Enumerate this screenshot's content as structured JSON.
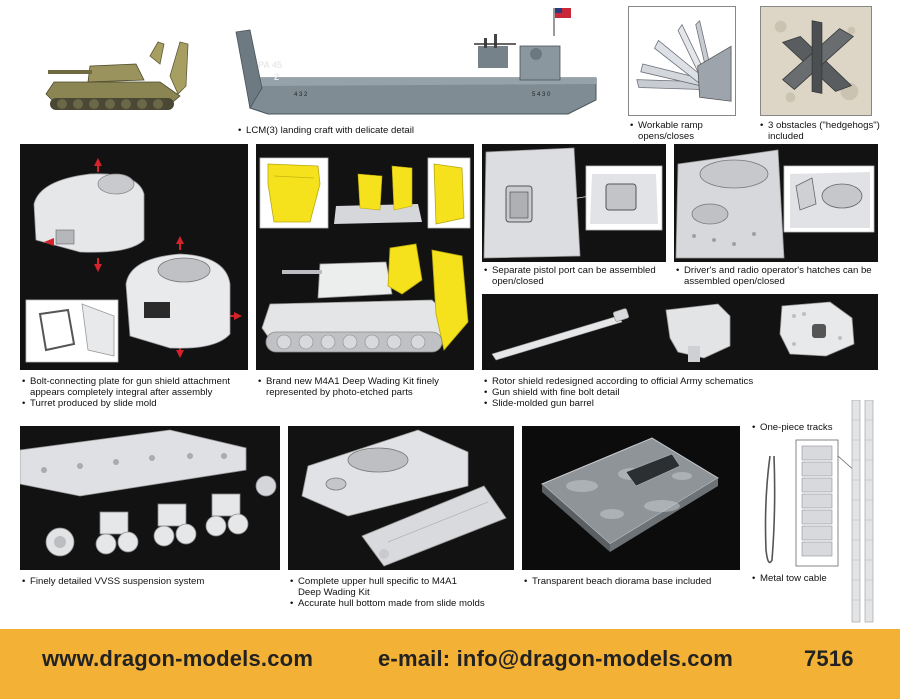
{
  "captions": {
    "lcm": "LCM(3) landing craft with delicate detail",
    "ramp": [
      "Workable ramp",
      "opens/closes"
    ],
    "hedgehogs": [
      "3 obstacles (\"hedgehogs\")",
      "included"
    ],
    "turret": [
      "Bolt-connecting plate for gun shield attachment",
      "appears completely integral after assembly",
      "Turret produced by slide mold"
    ],
    "wading": [
      "Brand new M4A1 Deep Wading Kit finely",
      "represented by photo-etched parts"
    ],
    "pistol_port": [
      "Separate pistol port can be assembled",
      "open/closed"
    ],
    "hatches": [
      "Driver's and radio operator's hatches can be",
      "assembled open/closed"
    ],
    "rotor": [
      "Rotor shield redesigned according to official Army schematics",
      "Gun shield with fine bolt detail",
      "Slide-molded gun barrel"
    ],
    "tracks": "One-piece tracks",
    "vvss": "Finely detailed VVSS suspension system",
    "hull": [
      "Complete upper hull specific to M4A1",
      "Deep Wading Kit",
      "Accurate hull bottom made from slide molds"
    ],
    "diorama": "Transparent beach diorama base included",
    "tow_cable": "Metal tow cable"
  },
  "boat": {
    "hull_marking": "PA 45",
    "bow_number": "2",
    "side_numbers_left": "4 3 2",
    "side_numbers_right": "5 4 3 0"
  },
  "footer": {
    "website": "www.dragon-models.com",
    "email": "e-mail: info@dragon-models.com",
    "kit_number": "7516"
  },
  "colors": {
    "footer_bg": "#f3b236",
    "panel_bg": "#121212",
    "wading_yellow": "#f5e11c",
    "boat_grey": "#7f8c94",
    "tank_olive": "#8b8553"
  }
}
